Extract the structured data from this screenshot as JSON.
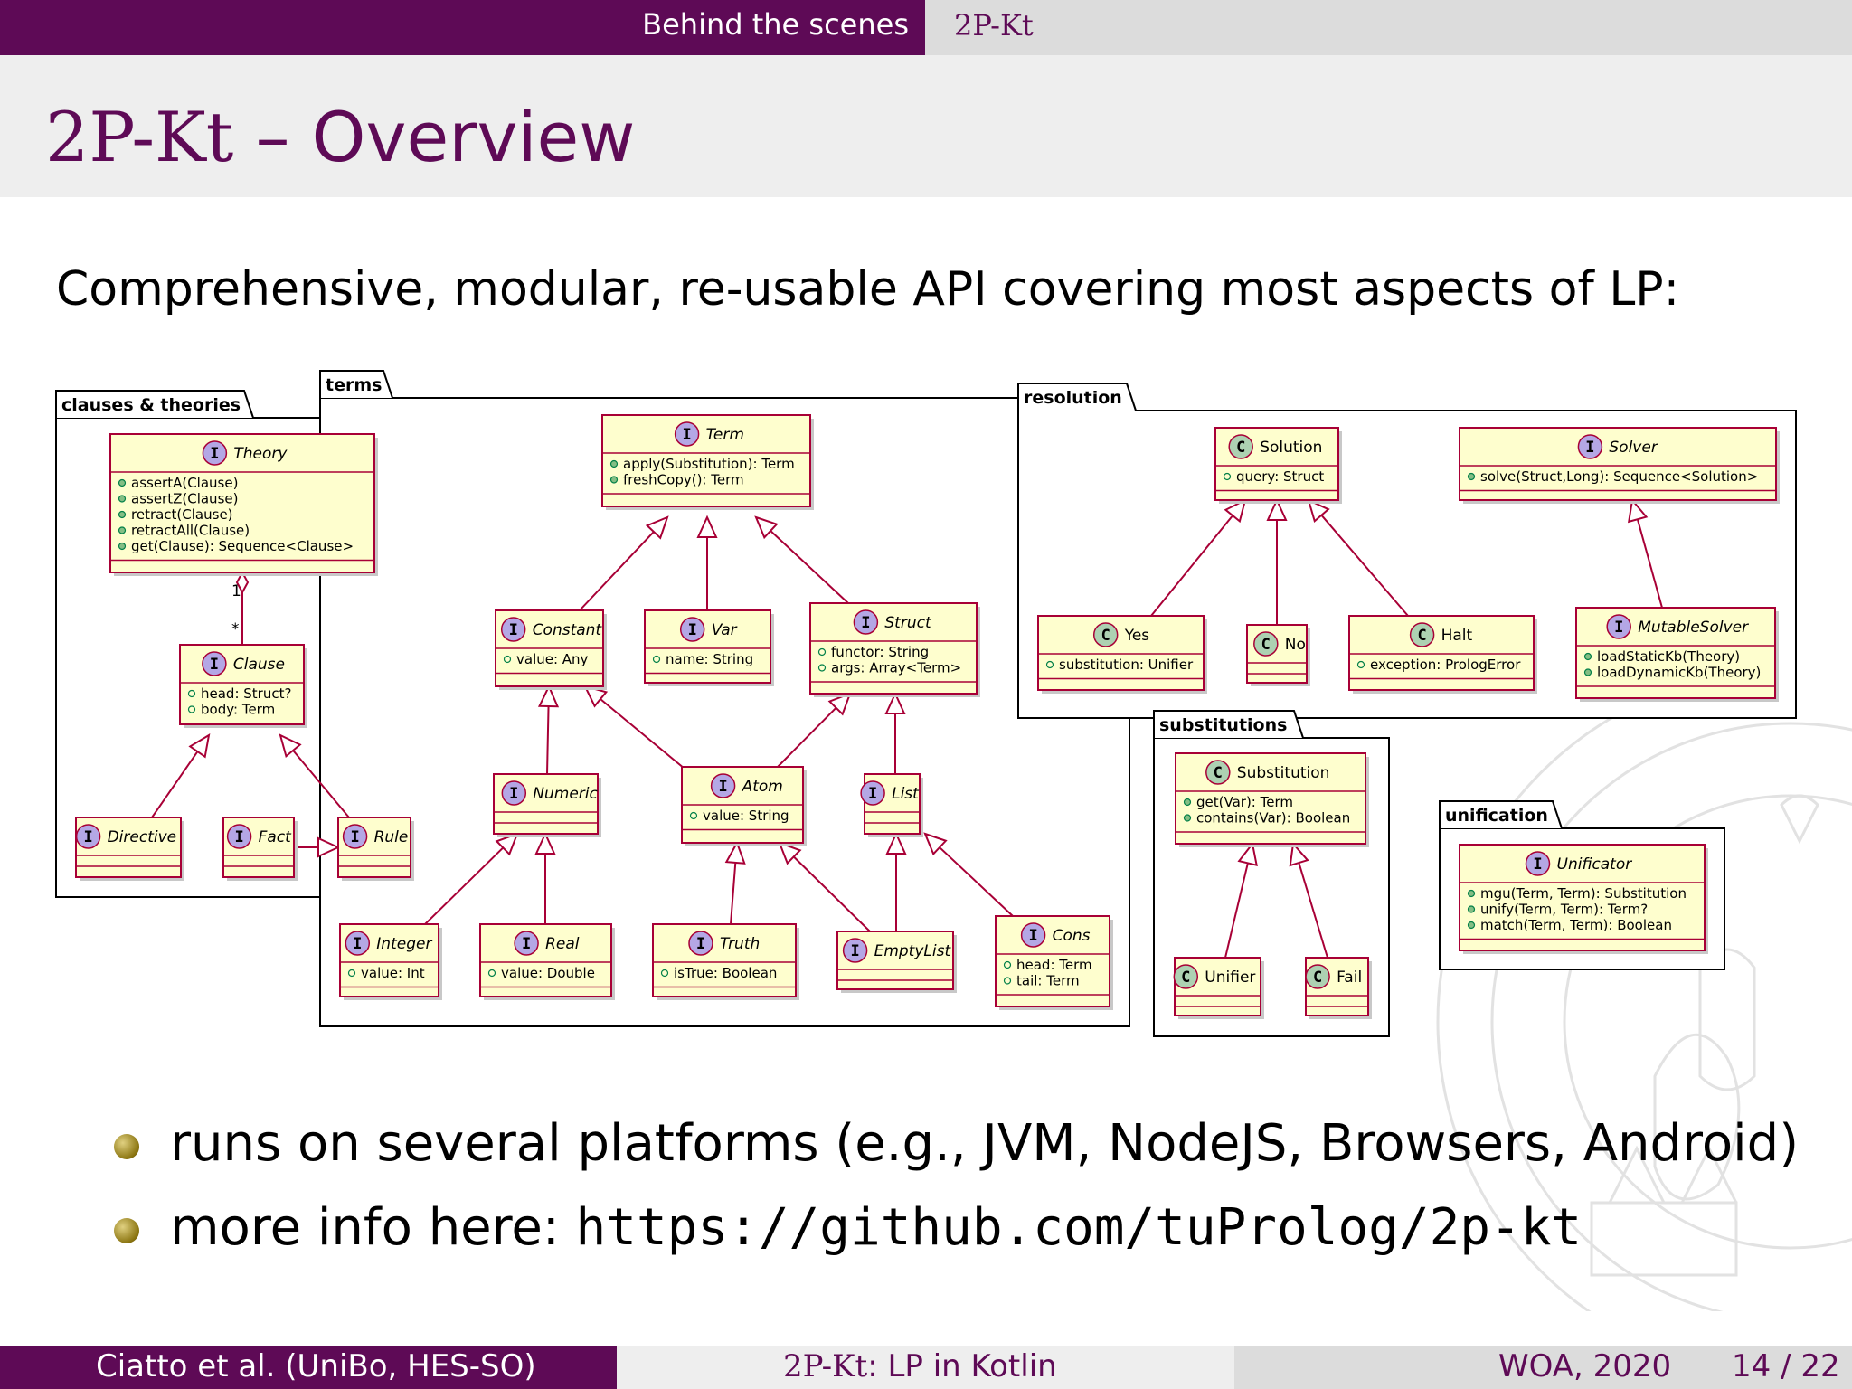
{
  "header": {
    "section": "Behind the scenes",
    "subsection": "2P-Kt"
  },
  "title": {
    "main": "2P-Kt",
    "rest": " – Overview"
  },
  "intro": "Comprehensive, modular, re-usable API covering most aspects of LP:",
  "diagram": {
    "packages": [
      {
        "name": "clauses & theories"
      },
      {
        "name": "terms"
      },
      {
        "name": "resolution"
      },
      {
        "name": "substitutions"
      },
      {
        "name": "unification"
      }
    ],
    "classes": [
      {
        "id": "Theory",
        "kind": "I",
        "name": "Theory",
        "fields": [
          "assertA(Clause)",
          "assertZ(Clause)",
          "retract(Clause)",
          "retractAll(Clause)",
          "get(Clause): Sequence<Clause>"
        ]
      },
      {
        "id": "Clause",
        "kind": "I",
        "name": "Clause",
        "fields": [
          "head: Struct?",
          "body: Term"
        ]
      },
      {
        "id": "Directive",
        "kind": "I",
        "name": "Directive",
        "fields": []
      },
      {
        "id": "Fact",
        "kind": "I",
        "name": "Fact",
        "fields": []
      },
      {
        "id": "Rule",
        "kind": "I",
        "name": "Rule",
        "fields": []
      },
      {
        "id": "Term",
        "kind": "I",
        "name": "Term",
        "fields": [
          "apply(Substitution): Term",
          "freshCopy(): Term"
        ]
      },
      {
        "id": "Constant",
        "kind": "I",
        "name": "Constant",
        "fields": [
          "value: Any"
        ]
      },
      {
        "id": "Var",
        "kind": "I",
        "name": "Var",
        "fields": [
          "name: String"
        ]
      },
      {
        "id": "Struct",
        "kind": "I",
        "name": "Struct",
        "fields": [
          "functor: String",
          "args: Array<Term>"
        ]
      },
      {
        "id": "Numeric",
        "kind": "I",
        "name": "Numeric",
        "fields": []
      },
      {
        "id": "Atom",
        "kind": "I",
        "name": "Atom",
        "fields": [
          "value: String"
        ]
      },
      {
        "id": "List",
        "kind": "I",
        "name": "List",
        "fields": []
      },
      {
        "id": "Integer",
        "kind": "I",
        "name": "Integer",
        "fields": [
          "value: Int"
        ]
      },
      {
        "id": "Real",
        "kind": "I",
        "name": "Real",
        "fields": [
          "value: Double"
        ]
      },
      {
        "id": "Truth",
        "kind": "I",
        "name": "Truth",
        "fields": [
          "isTrue: Boolean"
        ]
      },
      {
        "id": "EmptyList",
        "kind": "I",
        "name": "EmptyList",
        "fields": []
      },
      {
        "id": "Cons",
        "kind": "I",
        "name": "Cons",
        "fields": [
          "head: Term",
          "tail: Term"
        ]
      },
      {
        "id": "Solution",
        "kind": "C",
        "name": "Solution",
        "fields": [
          "query: Struct"
        ]
      },
      {
        "id": "Solver",
        "kind": "I",
        "name": "Solver",
        "fields": [
          "solve(Struct,Long): Sequence<Solution>"
        ]
      },
      {
        "id": "Yes",
        "kind": "C",
        "name": "Yes",
        "fields": [
          "substitution: Unifier"
        ]
      },
      {
        "id": "No",
        "kind": "C",
        "name": "No",
        "fields": []
      },
      {
        "id": "Halt",
        "kind": "C",
        "name": "Halt",
        "fields": [
          "exception: PrologError"
        ]
      },
      {
        "id": "MutableSolver",
        "kind": "I",
        "name": "MutableSolver",
        "fields": [
          "loadStaticKb(Theory)",
          "loadDynamicKb(Theory)"
        ]
      },
      {
        "id": "Substitution",
        "kind": "C",
        "name": "Substitution",
        "fields": [
          "get(Var): Term",
          "contains(Var): Boolean"
        ]
      },
      {
        "id": "Unifier",
        "kind": "C",
        "name": "Unifier",
        "fields": []
      },
      {
        "id": "Fail",
        "kind": "C",
        "name": "Fail",
        "fields": []
      },
      {
        "id": "Unificator",
        "kind": "I",
        "name": "Unificator",
        "fields": [
          "mgu(Term, Term): Substitution",
          "unify(Term, Term): Term?",
          "match(Term, Term): Boolean"
        ]
      }
    ],
    "multiplicity": {
      "one": "1",
      "many": "*"
    },
    "colors": {
      "box_fill": "#fefece",
      "box_border": "#a80036",
      "interface_badge": "#b4a7e5",
      "class_badge": "#add1b2"
    }
  },
  "bullets": [
    {
      "text": "runs on several platforms (e.g., JVM, NodeJS, Browsers, Android)"
    },
    {
      "prefix": "more info here: ",
      "link": "https://github.com/tuProlog/2p-kt"
    }
  ],
  "footer": {
    "authors": "Ciatto et al.  (UniBo, HES-SO)",
    "title_a": "2P-Kt",
    "title_b": ": LP in Kotlin",
    "venue": "WOA, 2020",
    "page": "14 / 22"
  },
  "colors": {
    "accent": "#5e0a56",
    "bar_light": "#eeeeee",
    "bar_grey": "#dcdcdc"
  }
}
